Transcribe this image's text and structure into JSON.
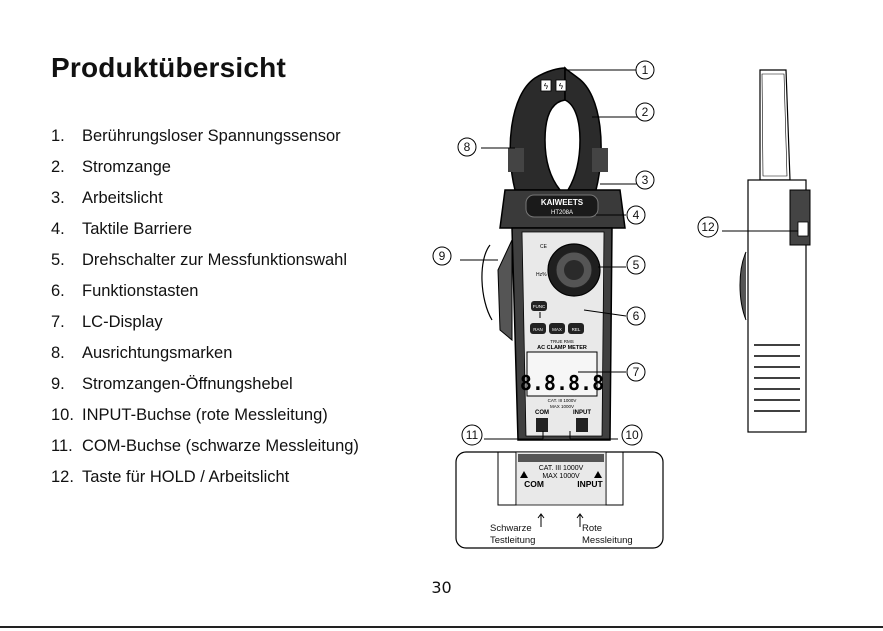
{
  "page": {
    "title": "Produktübersicht",
    "page_number": "30"
  },
  "features": [
    {
      "number": "1.",
      "label": "Berührungsloser Spannungssensor"
    },
    {
      "number": "2.",
      "label": "Stromzange"
    },
    {
      "number": "3.",
      "label": "Arbeitslicht"
    },
    {
      "number": "4.",
      "label": "Taktile Barriere"
    },
    {
      "number": "5.",
      "label": "Drehschalter zur Messfunktionswahl"
    },
    {
      "number": "6.",
      "label": "Funktionstasten"
    },
    {
      "number": "7.",
      "label": "LC-Display"
    },
    {
      "number": "8.",
      "label": "Ausrichtungsmarken"
    },
    {
      "number": "9.",
      "label": "Stromzangen-Öffnungshebel"
    },
    {
      "number": "10.",
      "label": "INPUT-Buchse (rote Messleitung)"
    },
    {
      "number": "11.",
      "label": "COM-Buchse (schwarze Messleitung)"
    },
    {
      "number": "12.",
      "label": "Taste für HOLD / Arbeitslicht"
    }
  ],
  "diagram": {
    "callouts": [
      "①",
      "②",
      "③",
      "④",
      "⑤",
      "⑥",
      "⑦",
      "⑧",
      "⑨",
      "⑩",
      "⑪",
      "⑫"
    ],
    "device": {
      "brand": "KAIWEETS",
      "model": "HT208A",
      "header": "TRUE RMS",
      "subheader": "AC CLAMP METER",
      "lcd_digits": "8.8.8.8",
      "cat_rating": "CAT. III 1000V",
      "max_rating": "MAX 1000V",
      "jack_com": "COM",
      "jack_input": "INPUT",
      "button_func": "FUNC",
      "button_ran": "RAN",
      "button_rel": "REL",
      "button_max": "MAX"
    },
    "inset": {
      "cat_rating": "CAT. III 1000V",
      "max_rating": "MAX 1000V",
      "com_label": "COM",
      "input_label": "INPUT",
      "left_caption_1": "Schwarze",
      "left_caption_2": "Testleitung",
      "right_caption_1": "Rote",
      "right_caption_2": "Messleitung"
    }
  }
}
